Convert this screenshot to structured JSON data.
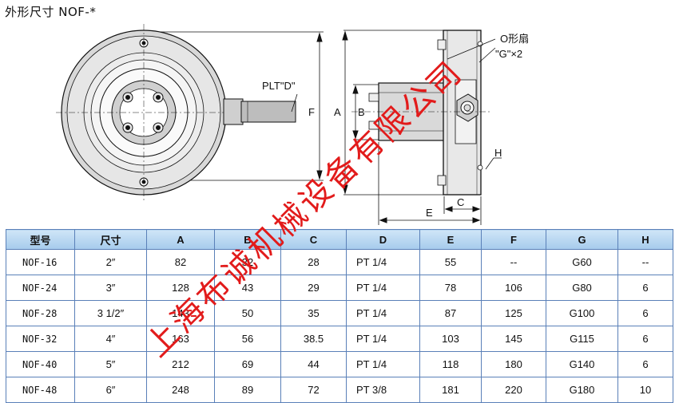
{
  "title": "外形尺寸 NOF-*",
  "drawing_labels": {
    "plt": "PLT\"D\"",
    "f": "F",
    "a": "A",
    "b": "B",
    "o_ring": "O形扇",
    "g_x2": "\"G\"×2",
    "h": "H",
    "c": "C",
    "e": "E"
  },
  "table": {
    "headers": [
      "型号",
      "尺寸",
      "A",
      "B",
      "C",
      "D",
      "E",
      "F",
      "G",
      "H"
    ],
    "rows": [
      [
        "NOF-16",
        "2″",
        "82",
        "32",
        "28",
        "PT 1/4",
        "55",
        "--",
        "G60",
        "--"
      ],
      [
        "NOF-24",
        "3″",
        "128",
        "43",
        "29",
        "PT 1/4",
        "78",
        "106",
        "G80",
        "6"
      ],
      [
        "NOF-28",
        "3 1/2″",
        "143",
        "50",
        "35",
        "PT 1/4",
        "87",
        "125",
        "G100",
        "6"
      ],
      [
        "NOF-32",
        "4″",
        "163",
        "56",
        "38.5",
        "PT 1/4",
        "103",
        "145",
        "G115",
        "6"
      ],
      [
        "NOF-40",
        "5″",
        "212",
        "69",
        "44",
        "PT 1/4",
        "118",
        "180",
        "G140",
        "6"
      ],
      [
        "NOF-48",
        "6″",
        "248",
        "89",
        "72",
        "PT 3/8",
        "181",
        "220",
        "G180",
        "10"
      ]
    ]
  },
  "watermark": {
    "chars": [
      "上",
      "海",
      "布",
      "诚",
      "机",
      "械",
      "设",
      "备",
      "有",
      "限",
      "公",
      "司"
    ],
    "color": "#e21b1b"
  }
}
